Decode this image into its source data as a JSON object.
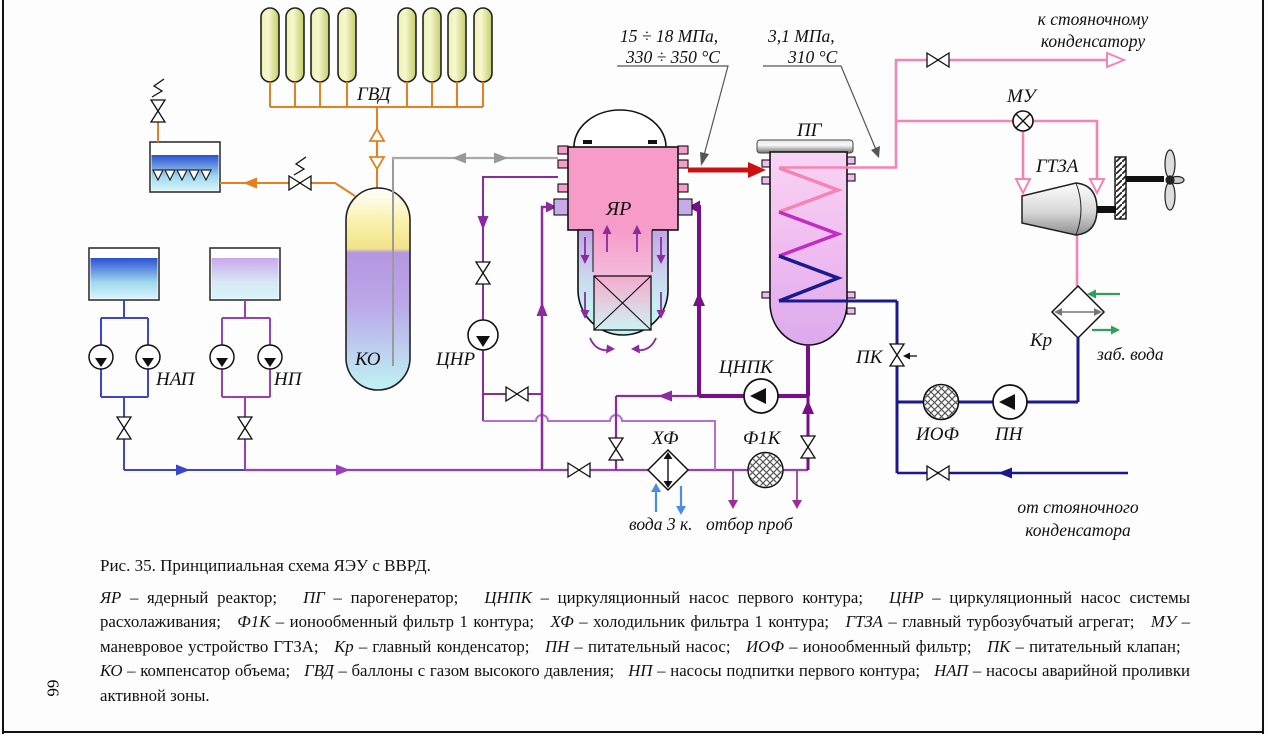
{
  "figure": {
    "title": "Рис. 35. Принципиальная схема ЯЭУ с ВВРД.",
    "page_number": "66",
    "legend": [
      {
        "abbr": "ЯР",
        "desc": "ядерный реактор"
      },
      {
        "abbr": "ПГ",
        "desc": "парогенератор"
      },
      {
        "abbr": "ЦНПК",
        "desc": "циркуляционный насос первого контура"
      },
      {
        "abbr": "ЦНР",
        "desc": "циркуляционный насос системы расхолаживания"
      },
      {
        "abbr": "Ф1К",
        "desc": "ионообменный фильтр 1 контура"
      },
      {
        "abbr": "ХФ",
        "desc": "холодильник фильтра 1 контура"
      },
      {
        "abbr": "ГТЗА",
        "desc": "главный турбозубчатый агрегат"
      },
      {
        "abbr": "МУ",
        "desc": "маневровое устройство ГТЗА"
      },
      {
        "abbr": "Кр",
        "desc": "главный конденсатор"
      },
      {
        "abbr": "ПН",
        "desc": "питательный насос"
      },
      {
        "abbr": "ИОФ",
        "desc": "ионообменный фильтр"
      },
      {
        "abbr": "ПК",
        "desc": "питательный клапан"
      },
      {
        "abbr": "КО",
        "desc": "компенсатор объема"
      },
      {
        "abbr": "ГВД",
        "desc": "баллоны с газом высокого давления"
      },
      {
        "abbr": "НП",
        "desc": "насосы подпитки первого контура"
      },
      {
        "abbr": "НАП",
        "desc": "насосы аварийной проливки активной зоны"
      }
    ]
  },
  "labels": {
    "yar": "ЯР",
    "pg": "ПГ",
    "ko": "КО",
    "gvd": "ГВД",
    "cnr": "ЦНР",
    "cnpk": "ЦНПК",
    "nap": "НАП",
    "np": "НП",
    "hf": "ХФ",
    "f1k": "Ф1К",
    "iof": "ИОФ",
    "pn": "ПН",
    "pk": "ПК",
    "mu": "МУ",
    "gtza": "ГТЗА",
    "kr": "Кр"
  },
  "flow_labels": {
    "to_parking_condenser_1": "к стояночному",
    "to_parking_condenser_2": "конденсатору",
    "from_parking_condenser_1": "от стояночного",
    "from_parking_condenser_2": "конденсатора",
    "seawater": "заб. вода",
    "third_circuit_water": "вода 3 к.",
    "sampling": "отбор проб"
  },
  "annotations": {
    "primary_pressure": "15 ÷ 18  МПа,",
    "primary_temp": "330 ÷ 350 °С",
    "secondary_pressure": "3,1  МПа,",
    "secondary_temp": "310 °С"
  },
  "colors": {
    "primary_loop": "#7A0E8A",
    "cooldown_loop": "#8A2BA0",
    "makeup_line": "#9A3FB8",
    "emergency_line": "#3A46CC",
    "steam": "#F584B4",
    "feedwater": "#1A1A8C",
    "gas": "#E5801F",
    "seawater": "#2FA05A",
    "hot_leg": "#CC1111"
  }
}
